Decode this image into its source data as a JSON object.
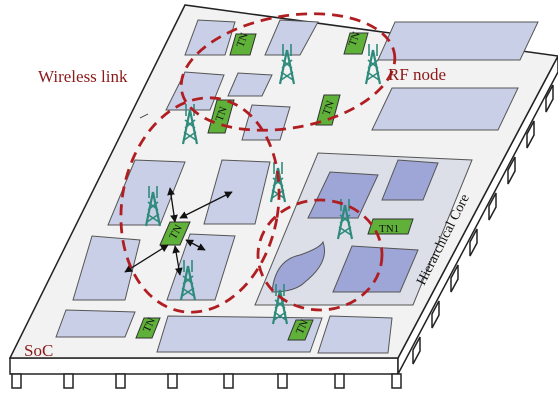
{
  "labels": {
    "wireless_link": "Wireless link",
    "rf_node": "RF node",
    "soc": "SoC",
    "hierarchical_core": "Hierarchical Core",
    "tn1": "TN1",
    "tn": "TN"
  },
  "colors": {
    "chip_top": "#f2f2f2",
    "chip_outline": "#222222",
    "block_fill": "#c9cfe6",
    "core_block_fill": "#9da6d6",
    "core_region_fill": "#dcdfe8",
    "tn_fill": "#5fb13a",
    "antenna": "#2e8b7c",
    "wireless_circle": "#b01e22"
  },
  "icons": [
    "antenna-tower-icon",
    "pin-icon"
  ]
}
